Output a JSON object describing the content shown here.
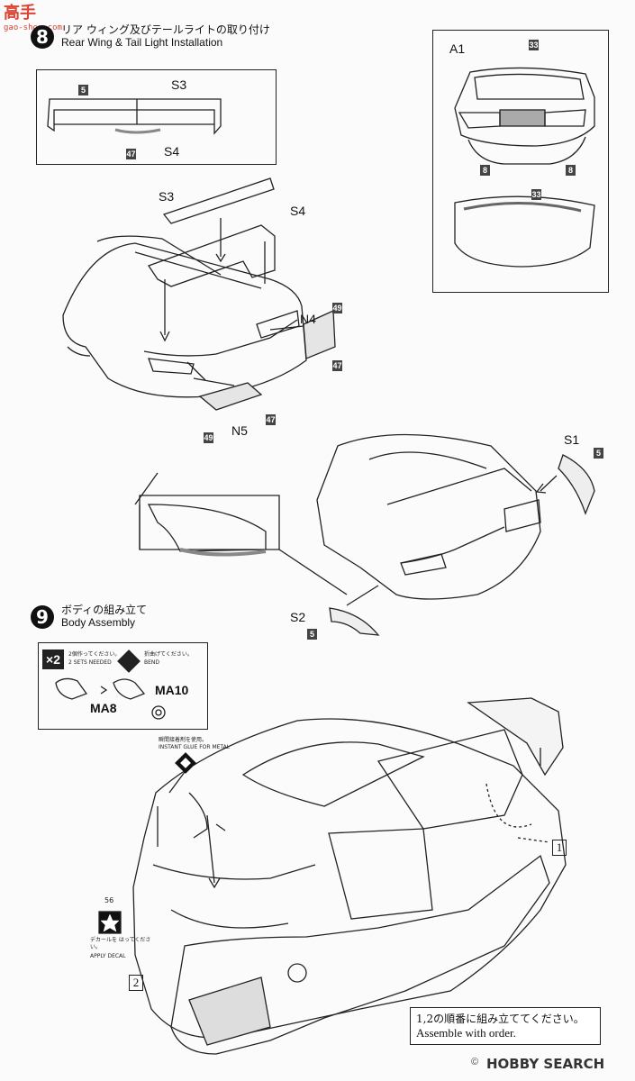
{
  "watermark": {
    "top": "高手",
    "site": "gao-shou.com"
  },
  "step8": {
    "number": "8",
    "title_jp": "リア ウィング及びテールライトの取り付け",
    "title_en": "Rear Wing & Tail Light Installation",
    "parts": {
      "S3": "S3",
      "S4": "S4",
      "N4": "N4",
      "N5": "N5",
      "A1": "A1",
      "S1": "S1",
      "S2": "S2"
    },
    "color_codes": {
      "c5": "5",
      "c47": "47",
      "c49": "49",
      "c33": "33",
      "c8": "8"
    }
  },
  "step9": {
    "number": "9",
    "title_jp": "ボディの組み立て",
    "title_en": "Body Assembly",
    "x2_badge": "×2",
    "x2_jp": "2個作ってください。",
    "x2_en": "2 SETS NEEDED",
    "bend_jp": "折曲げてください。",
    "bend_en": "BEND",
    "part_ma8": "MA8",
    "part_ma10": "MA10",
    "glue_jp": "瞬間接着剤を使用。",
    "glue_en": "INSTANT GLUE FOR METAL",
    "decal_num": "56",
    "decal_jp": "デカールを はってください。",
    "decal_en": "APPLY DECAL",
    "box1": "1",
    "box2": "2",
    "order_jp": "1,2の順番に組み立ててください。",
    "order_en": "Assemble with order."
  },
  "footer": {
    "copyright": "©",
    "brand": "HOBBY SEARCH"
  }
}
